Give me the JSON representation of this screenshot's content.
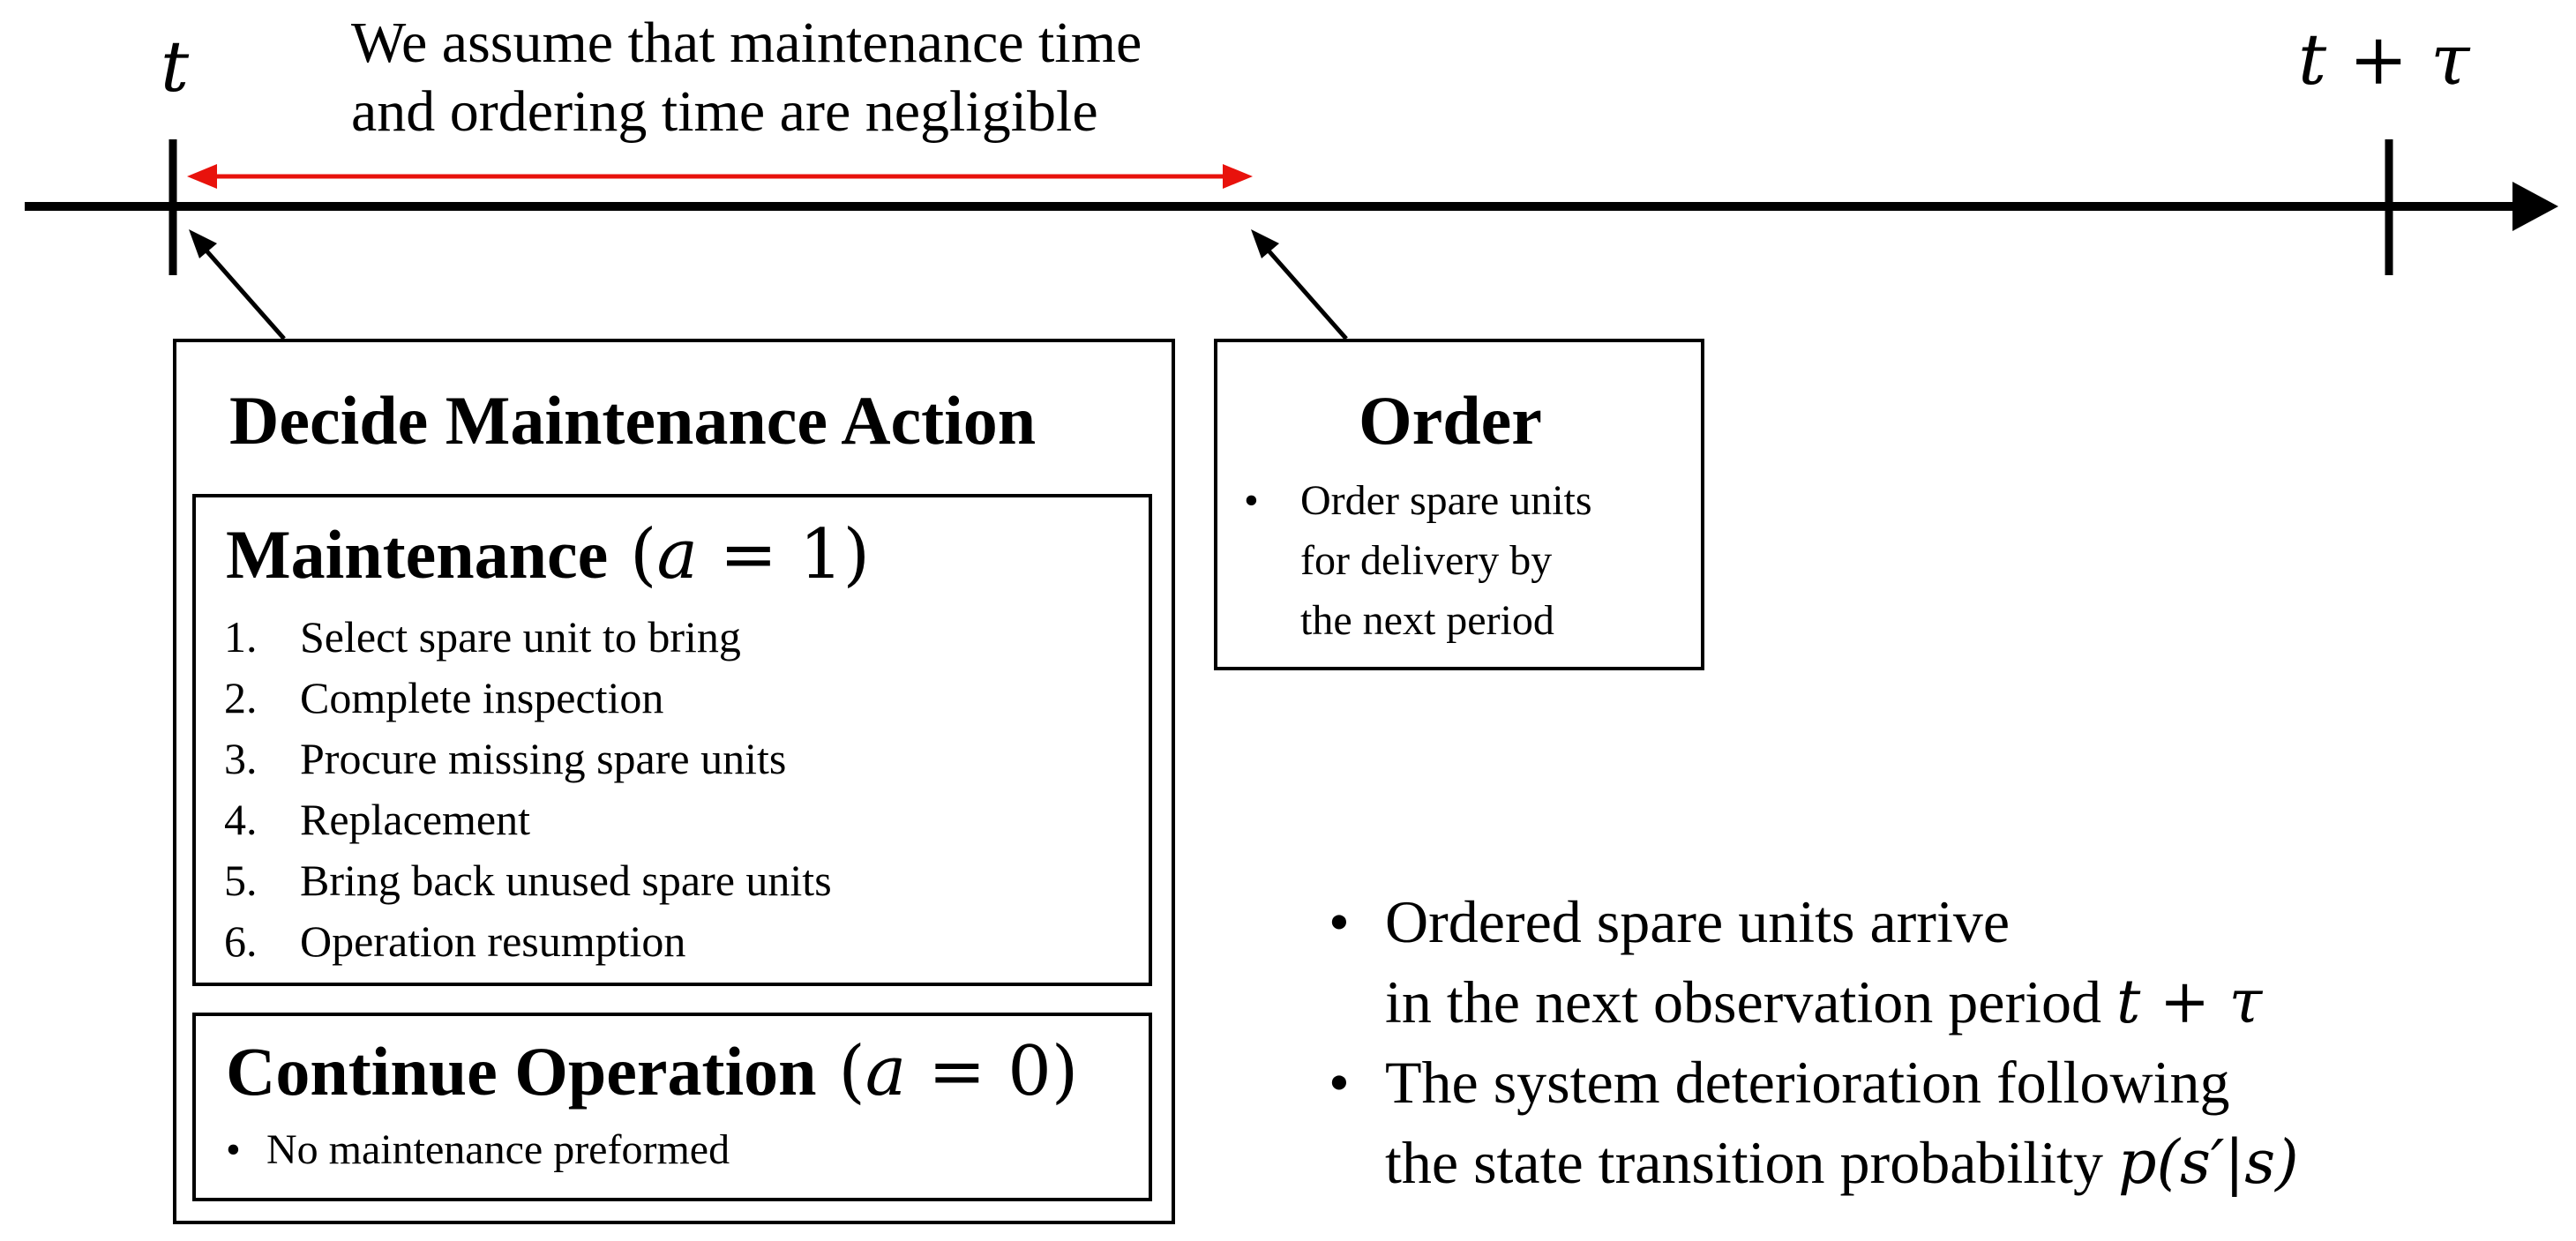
{
  "timeline": {
    "start_label_var": "t",
    "end_label_var1": "t",
    "end_label_op": "+",
    "end_label_var2": "τ",
    "note_line1": "We assume that maintenance time",
    "note_line2": "and ordering time are negligible",
    "colors": {
      "axis": "#000000",
      "span_arrow": "#e8120c"
    }
  },
  "decide_box": {
    "title": "Decide Maintenance Action",
    "maintenance": {
      "title": "Maintenance",
      "cond_var": "a",
      "cond_rest": " = 1",
      "steps": [
        {
          "num": "1.",
          "text": "Select spare unit to bring"
        },
        {
          "num": "2.",
          "text": "Complete inspection"
        },
        {
          "num": "3.",
          "text": "Procure missing spare units"
        },
        {
          "num": "4.",
          "text": "Replacement"
        },
        {
          "num": "5.",
          "text": "Bring back unused spare units"
        },
        {
          "num": "6.",
          "text": "Operation resumption"
        }
      ]
    },
    "continue": {
      "title": "Continue Operation",
      "cond_var": "a",
      "cond_rest": " = 0",
      "bullet": "No maintenance preformed"
    }
  },
  "order_box": {
    "title": "Order",
    "bullet_line1": "Order spare units",
    "bullet_line2": "for delivery by",
    "bullet_line3": "the next period"
  },
  "notes": {
    "bullet_char": "•",
    "note1_line1": "Ordered spare units arrive",
    "note1_line2": "in the next observation period ",
    "note1_math_var1": "t",
    "note1_math_op": " + ",
    "note1_math_var2": "τ",
    "note2_line1": "The system deterioration following",
    "note2_line2": "the state transition probability ",
    "note2_math": "p(s′|s)"
  }
}
